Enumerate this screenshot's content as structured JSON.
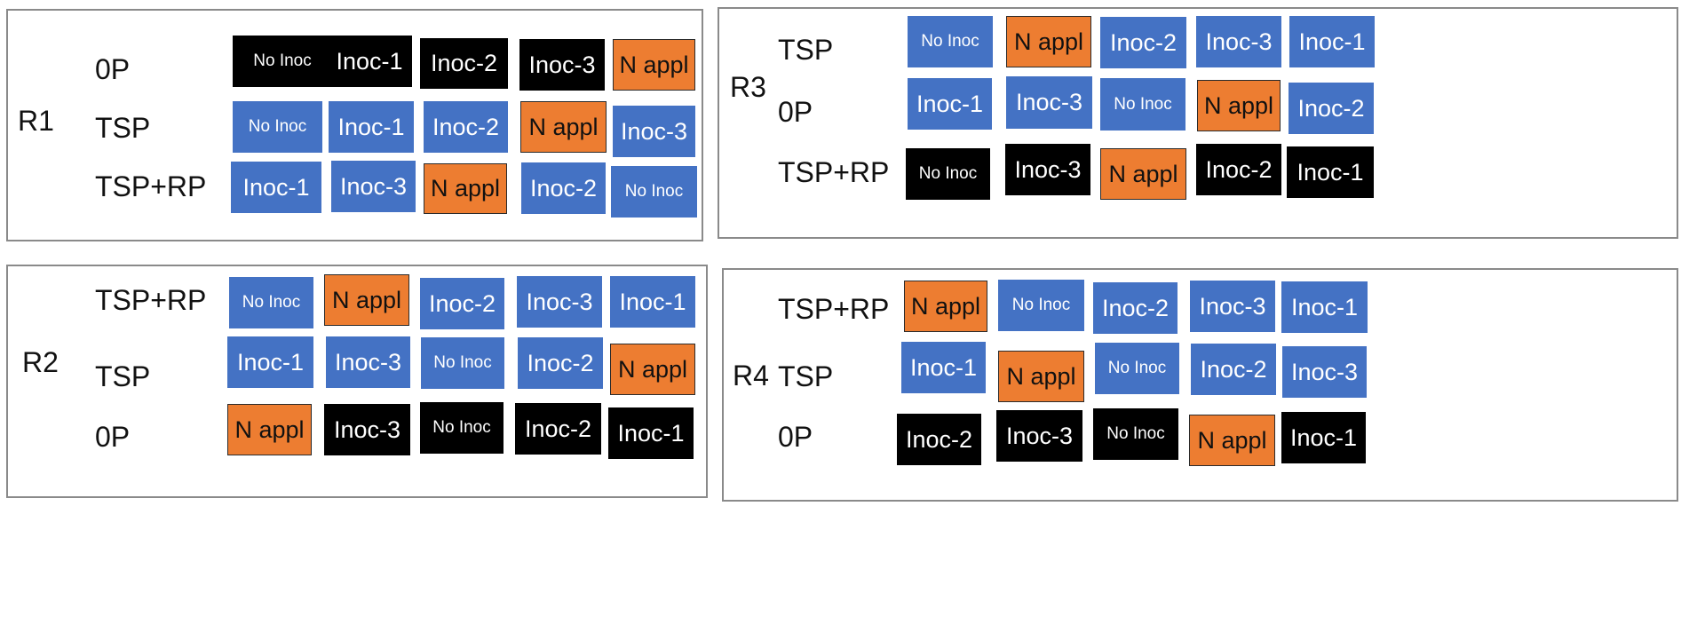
{
  "colors": {
    "blue": "#4472c4",
    "black": "#000000",
    "orange": "#ed7d31",
    "border": "#8a8a8a"
  },
  "blocks": [
    {
      "id": "r1",
      "label": "R1",
      "rows": [
        {
          "treatment": "0P",
          "plots": [
            {
              "text": "No Inoc",
              "color": "black"
            },
            {
              "text": "Inoc-1",
              "color": "black"
            },
            {
              "text": "Inoc-2",
              "color": "black"
            },
            {
              "text": "Inoc-3",
              "color": "black"
            },
            {
              "text": "N appl",
              "color": "orange"
            }
          ]
        },
        {
          "treatment": "TSP",
          "plots": [
            {
              "text": "No Inoc",
              "color": "blue"
            },
            {
              "text": "Inoc-1",
              "color": "blue"
            },
            {
              "text": "Inoc-2",
              "color": "blue"
            },
            {
              "text": "N appl",
              "color": "orange"
            },
            {
              "text": "Inoc-3",
              "color": "blue"
            }
          ]
        },
        {
          "treatment": "TSP+RP",
          "plots": [
            {
              "text": "Inoc-1",
              "color": "blue"
            },
            {
              "text": "Inoc-3",
              "color": "blue"
            },
            {
              "text": "N appl",
              "color": "orange"
            },
            {
              "text": "Inoc-2",
              "color": "blue"
            },
            {
              "text": "No Inoc",
              "color": "blue"
            }
          ]
        }
      ]
    },
    {
      "id": "r3",
      "label": "R3",
      "rows": [
        {
          "treatment": "TSP",
          "plots": [
            {
              "text": "No Inoc",
              "color": "blue"
            },
            {
              "text": "N appl",
              "color": "orange"
            },
            {
              "text": "Inoc-2",
              "color": "blue"
            },
            {
              "text": "Inoc-3",
              "color": "blue"
            },
            {
              "text": "Inoc-1",
              "color": "blue"
            }
          ]
        },
        {
          "treatment": "0P",
          "plots": [
            {
              "text": "Inoc-1",
              "color": "blue"
            },
            {
              "text": "Inoc-3",
              "color": "blue"
            },
            {
              "text": "No Inoc",
              "color": "blue"
            },
            {
              "text": "N appl",
              "color": "orange"
            },
            {
              "text": "Inoc-2",
              "color": "blue"
            }
          ]
        },
        {
          "treatment": "TSP+RP",
          "plots": [
            {
              "text": "No Inoc",
              "color": "black"
            },
            {
              "text": "Inoc-3",
              "color": "black"
            },
            {
              "text": "N appl",
              "color": "orange"
            },
            {
              "text": "Inoc-2",
              "color": "black"
            },
            {
              "text": "Inoc-1",
              "color": "black"
            }
          ]
        }
      ]
    },
    {
      "id": "r2",
      "label": "R2",
      "rows": [
        {
          "treatment": "TSP+RP",
          "plots": [
            {
              "text": "No Inoc",
              "color": "blue"
            },
            {
              "text": "N appl",
              "color": "orange"
            },
            {
              "text": "Inoc-2",
              "color": "blue"
            },
            {
              "text": "Inoc-3",
              "color": "blue"
            },
            {
              "text": "Inoc-1",
              "color": "blue"
            }
          ]
        },
        {
          "treatment": "TSP",
          "plots": [
            {
              "text": "Inoc-1",
              "color": "blue"
            },
            {
              "text": "Inoc-3",
              "color": "blue"
            },
            {
              "text": "No Inoc",
              "color": "blue"
            },
            {
              "text": "Inoc-2",
              "color": "blue"
            },
            {
              "text": "N appl",
              "color": "orange"
            }
          ]
        },
        {
          "treatment": "0P",
          "plots": [
            {
              "text": "N appl",
              "color": "orange"
            },
            {
              "text": "Inoc-3",
              "color": "black"
            },
            {
              "text": "No Inoc",
              "color": "black"
            },
            {
              "text": "Inoc-2",
              "color": "black"
            },
            {
              "text": "Inoc-1",
              "color": "black"
            }
          ]
        }
      ]
    },
    {
      "id": "r4",
      "label": "R4",
      "rows": [
        {
          "treatment": "TSP+RP",
          "plots": [
            {
              "text": "N appl",
              "color": "orange"
            },
            {
              "text": "No Inoc",
              "color": "blue"
            },
            {
              "text": "Inoc-2",
              "color": "blue"
            },
            {
              "text": "Inoc-3",
              "color": "blue"
            },
            {
              "text": "Inoc-1",
              "color": "blue"
            }
          ]
        },
        {
          "treatment": "TSP",
          "plots": [
            {
              "text": "Inoc-1",
              "color": "blue"
            },
            {
              "text": "N appl",
              "color": "orange"
            },
            {
              "text": "No Inoc",
              "color": "blue"
            },
            {
              "text": "Inoc-2",
              "color": "blue"
            },
            {
              "text": "Inoc-3",
              "color": "blue"
            }
          ]
        },
        {
          "treatment": "0P",
          "plots": [
            {
              "text": "Inoc-2",
              "color": "black"
            },
            {
              "text": "Inoc-3",
              "color": "black"
            },
            {
              "text": "No Inoc",
              "color": "black"
            },
            {
              "text": "N appl",
              "color": "orange"
            },
            {
              "text": "Inoc-1",
              "color": "black"
            }
          ]
        }
      ]
    }
  ]
}
